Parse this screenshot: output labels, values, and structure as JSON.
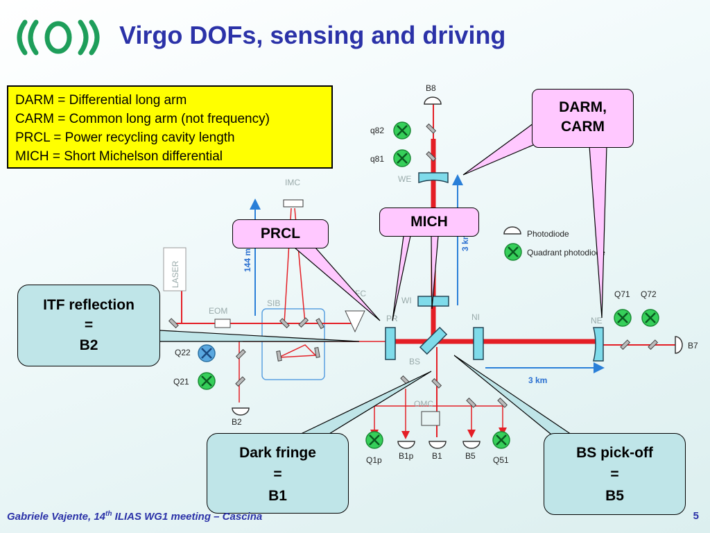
{
  "title": "Virgo DOFs, sensing and driving",
  "definitions": [
    "DARM = Differential long arm",
    "CARM = Common long arm (not frequency)",
    "PRCL = Power recycling cavity length",
    "MICH = Short Michelson differential"
  ],
  "callouts": {
    "darm_carm": [
      "DARM,",
      "CARM"
    ],
    "prcl": "PRCL",
    "mich": "MICH",
    "itf_reflection": [
      "ITF reflection",
      "=",
      "B2"
    ],
    "dark_fringe": [
      "Dark fringe",
      "=",
      "B1"
    ],
    "bs_pickoff": [
      "BS pick-off",
      "=",
      "B5"
    ]
  },
  "diagram_labels": {
    "B8": "B8",
    "q82": "q82",
    "q81": "q81",
    "WE": "WE",
    "IMC": "IMC",
    "laser": "LASER",
    "len_144": "144 m",
    "len_3km_v": "3 km",
    "EOM": "EOM",
    "SIB": "SIB",
    "FC": "FC",
    "PR": "PR",
    "WI": "WI",
    "NI": "NI",
    "BS": "BS",
    "NE": "NE",
    "Q71": "Q71",
    "Q72": "Q72",
    "B7": "B7",
    "Q22": "Q22",
    "Q21": "Q21",
    "B2": "B2",
    "len_3km_h": "3 km",
    "OMC": "OMC",
    "Q1p": "Q1p",
    "B1p": "B1p",
    "B1": "B1",
    "B5": "B5",
    "Q51": "Q51"
  },
  "legend": {
    "photodiode": "Photodiode",
    "quadrant": "Quadrant photodiode"
  },
  "footer": {
    "author": "Gabriele Vajente, 14",
    "sup": "th",
    "rest": " ILIAS WG1 meeting – Cascina",
    "page": "5"
  },
  "colors": {
    "title": "#2b32a8",
    "beam": "#e41e25",
    "mirror": "#7fdbea",
    "quadrant": "#22c44a",
    "def_box": "#ffff00",
    "callout_pink": "#ffc8ff",
    "callout_teal": "#bfe5e8"
  }
}
